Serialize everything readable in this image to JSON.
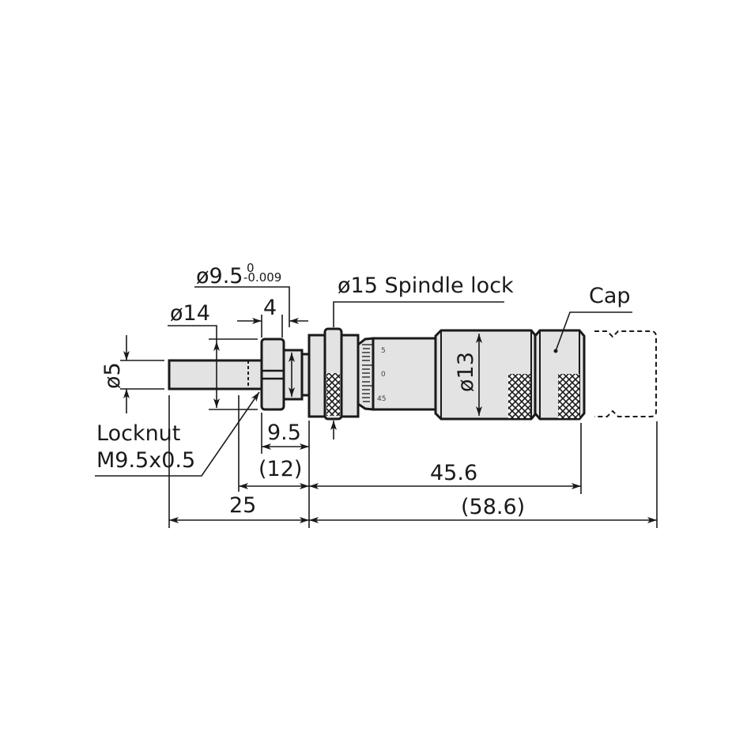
{
  "drawing": {
    "title": "Micrometer head dimensional drawing",
    "callouts": {
      "bore_diameter_main": "ø9.5",
      "bore_tol_upper": "0",
      "bore_tol_lower": "-0.009",
      "dia_14": "ø14",
      "dia_5": "ø5",
      "width_4": "4",
      "spindle_lock": "ø15 Spindle lock",
      "cap": "Cap",
      "dia_13": "ø13",
      "locknut_line1": "Locknut",
      "locknut_line2": "M9.5x0.5"
    },
    "dimensions": {
      "d_9_5": "9.5",
      "d_12": "(12)",
      "d_25": "25",
      "d_45_6": "45.6",
      "d_58_6": "(58.6)"
    },
    "thimble_scale": {
      "upper": "5",
      "middle": "0",
      "lower": "45"
    },
    "colors": {
      "line": "#1a1a1a",
      "part_fill": "#e3e3e3",
      "background": "#ffffff"
    }
  }
}
